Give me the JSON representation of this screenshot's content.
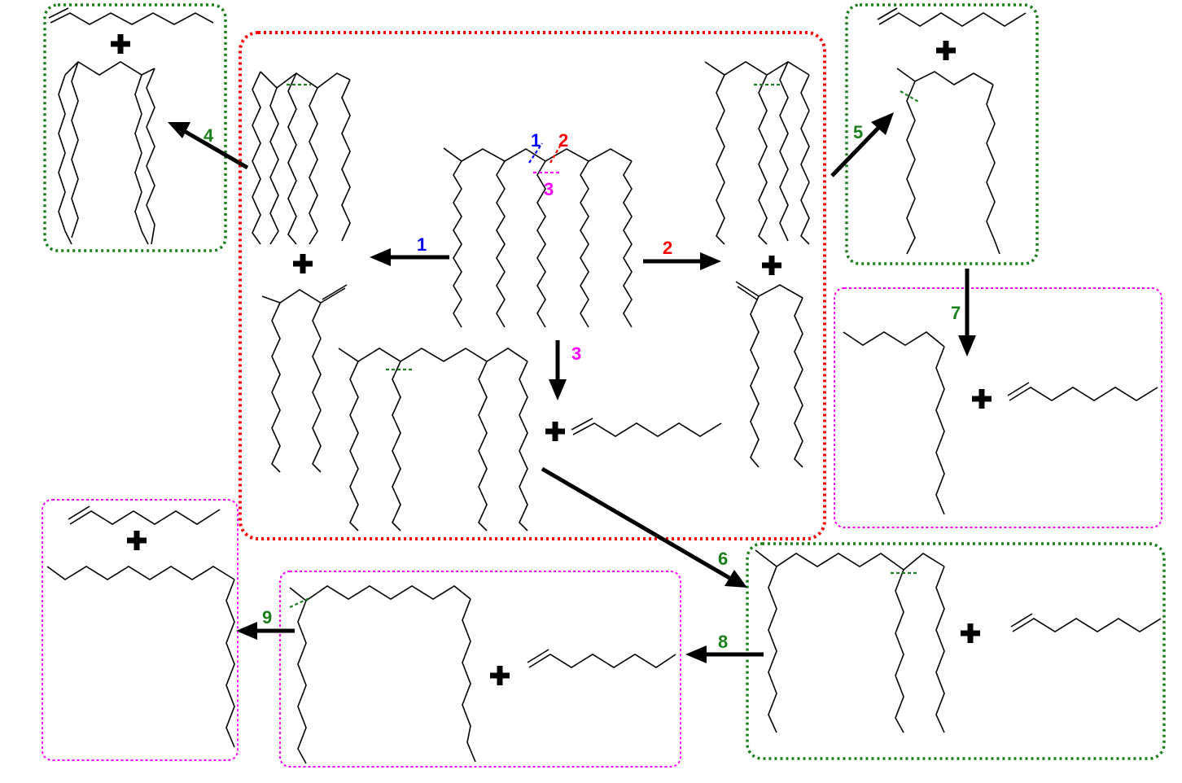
{
  "colors": {
    "red_box": "#ff0000",
    "green_box": "#1a7f1a",
    "magenta_box": "#ff00ff",
    "step_1": "#0000ff",
    "step_2": "#ff0000",
    "step_3": "#ff00ff",
    "step_green": "#1a7f1a",
    "bonds": "#000000"
  },
  "steps": {
    "s1": "1",
    "s2": "2",
    "s3": "3",
    "s4": "4",
    "s5": "5",
    "s6": "6",
    "s7": "7",
    "s8": "8",
    "s9": "9"
  },
  "cleavage_marks": {
    "m1": "1",
    "m2": "2",
    "m3": "3"
  },
  "plus_sign": "+"
}
